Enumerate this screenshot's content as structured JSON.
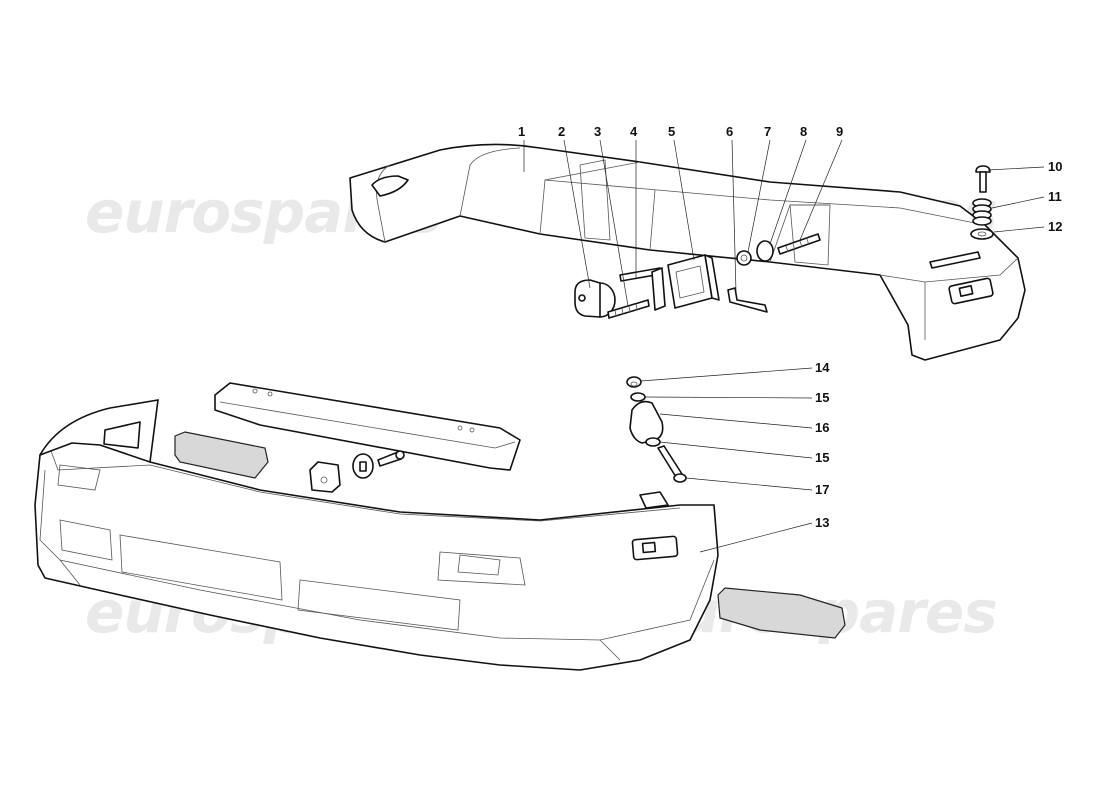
{
  "watermark": "eurospares",
  "callouts": {
    "c1": "1",
    "c2": "2",
    "c3": "3",
    "c4": "4",
    "c5": "5",
    "c6": "6",
    "c7": "7",
    "c8": "8",
    "c9": "9",
    "c10": "10",
    "c11": "11",
    "c12": "12",
    "c13": "13",
    "c14": "14",
    "c15a": "15",
    "c16": "16",
    "c15b": "15",
    "c17": "17"
  }
}
